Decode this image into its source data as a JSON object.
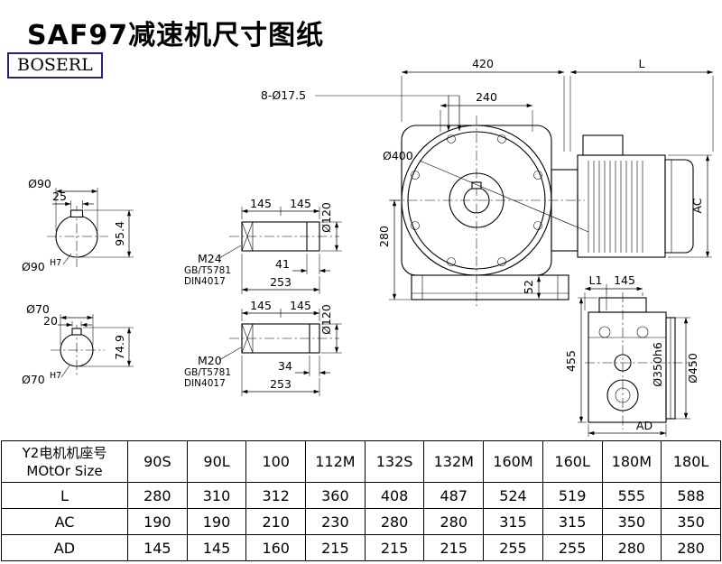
{
  "page": {
    "title": "SAF97减速机尺寸图纸",
    "brand": "BOSERL"
  },
  "colors": {
    "brand_border": "#24247c",
    "line": "#000000",
    "background": "#ffffff"
  },
  "drawing": {
    "front": {
      "dim_420": "420",
      "dim_l": "L",
      "dim_240": "240",
      "bolt_callout": "8-Ø17.5",
      "dia_400": "Ø400",
      "dim_280": "280",
      "dim_52": "52",
      "dim_ac": "AC"
    },
    "shaft_sections": [
      {
        "dia": "Ø90",
        "key_width": "25",
        "height": "95.4",
        "bore": "Ø90",
        "bore_tol": "H7"
      },
      {
        "dia": "Ø70",
        "key_width": "20",
        "height": "74.9",
        "bore": "Ø70",
        "bore_tol": "H7"
      }
    ],
    "shaft_details": [
      {
        "seg_a": "145",
        "seg_b": "145",
        "dia": "Ø120",
        "thread": "M24",
        "std_gb": "GB/T5781",
        "std_din": "DIN4017",
        "len": "41",
        "total": "253"
      },
      {
        "seg_a": "145",
        "seg_b": "145",
        "dia": "Ø120",
        "thread": "M20",
        "std_gb": "GB/T5781",
        "std_din": "DIN4017",
        "len": "34",
        "total": "253"
      }
    ],
    "side": {
      "dim_l1": "L1",
      "dim_145": "145",
      "dim_455": "455",
      "dia_350": "Ø350h6",
      "dia_450": "Ø450",
      "dim_ad": "AD"
    }
  },
  "table": {
    "header": {
      "line1": "Y2电机机座号",
      "line2": "MOtOr Size"
    },
    "columns": [
      "90S",
      "90L",
      "100",
      "112M",
      "132S",
      "132M",
      "160M",
      "160L",
      "180M",
      "180L"
    ],
    "rows": [
      {
        "label": "L",
        "values": [
          "280",
          "310",
          "312",
          "360",
          "408",
          "487",
          "524",
          "519",
          "555",
          "588"
        ]
      },
      {
        "label": "AC",
        "values": [
          "190",
          "190",
          "210",
          "230",
          "280",
          "280",
          "315",
          "315",
          "350",
          "350"
        ]
      },
      {
        "label": "AD",
        "values": [
          "145",
          "145",
          "160",
          "215",
          "215",
          "215",
          "255",
          "255",
          "280",
          "280"
        ]
      }
    ]
  }
}
